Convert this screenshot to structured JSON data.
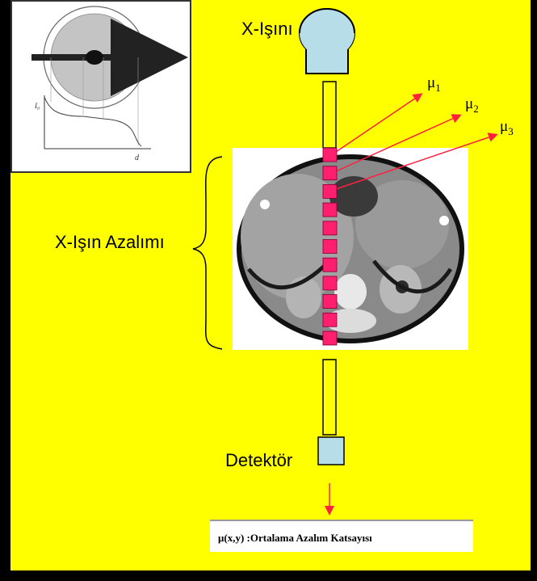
{
  "labels": {
    "xray_source": "X-Işını",
    "attenuation": "X-Işın Azalımı",
    "detector": "Detektör",
    "mu_symbol": "μ",
    "mu1_sub": "1",
    "mu2_sub": "2",
    "mu3_sub": "3",
    "caption": "μ(x,y) :Ortalama Azalım Katsayısı"
  },
  "inset_plot": {
    "ylabel": "I₀",
    "xlabel": "d"
  },
  "colors": {
    "background": "#ffff00",
    "tube": "#b7dde8",
    "voxel": "#ff1f6f",
    "ray_arrow": "#ff2040",
    "beam_arrow": "#222222"
  },
  "ray": {
    "voxel_count": 11
  }
}
